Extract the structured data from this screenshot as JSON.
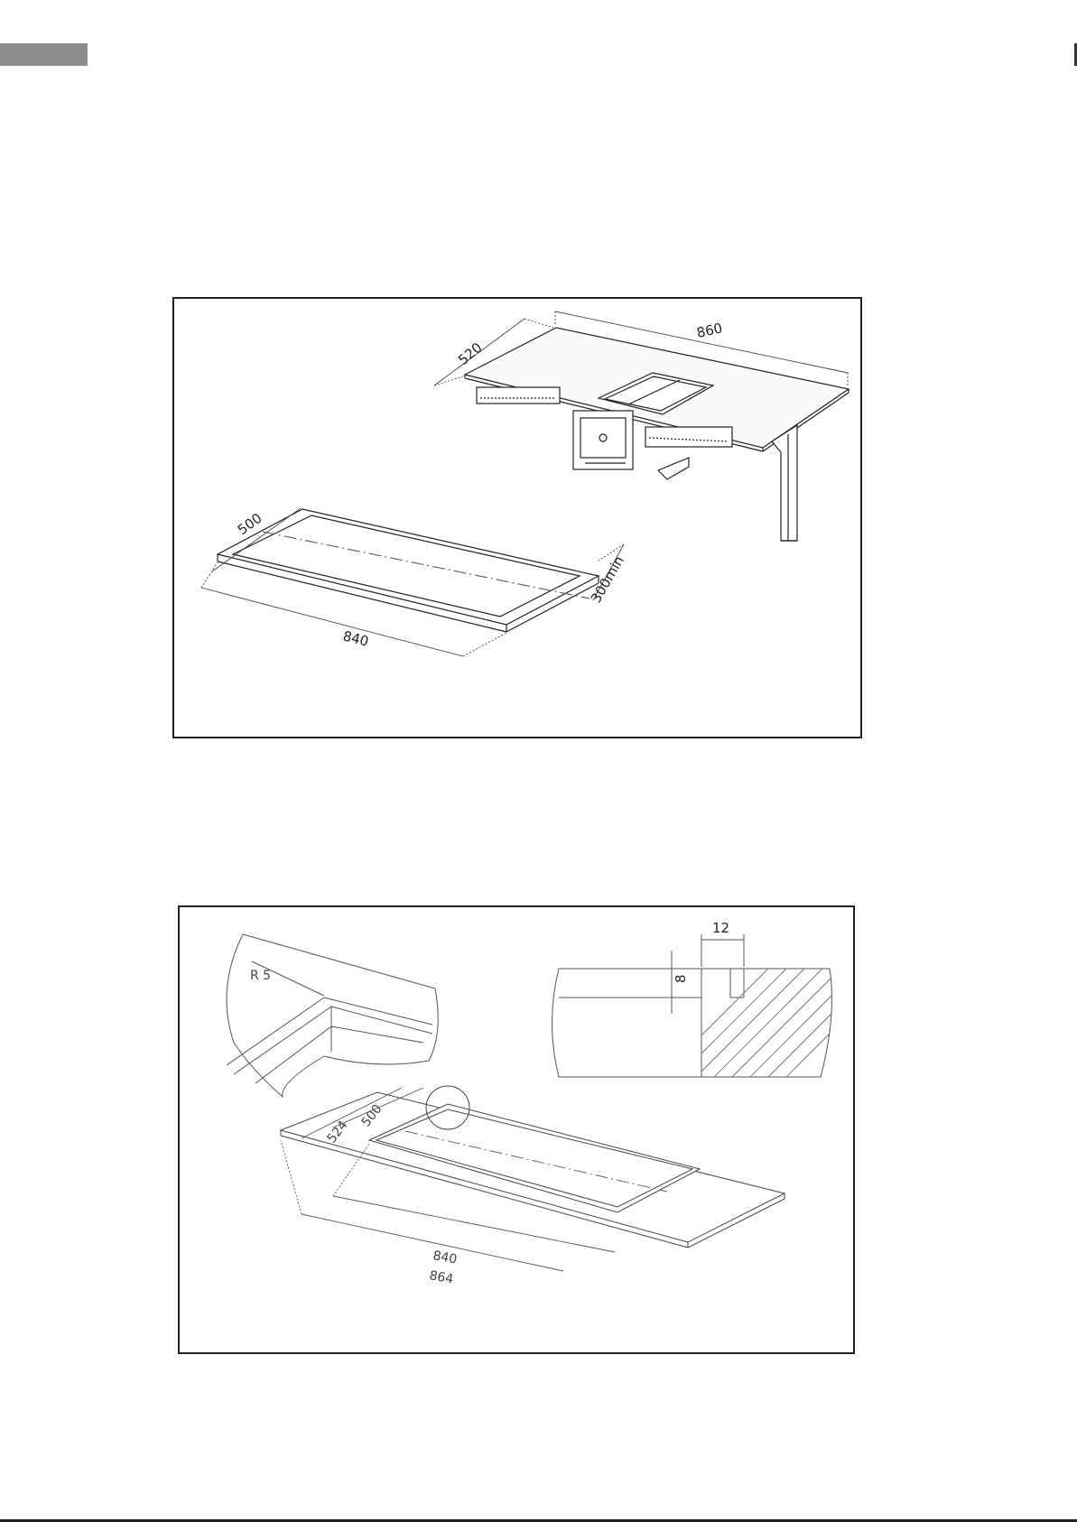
{
  "figure1": {
    "hob_width": "860",
    "hob_depth": "520",
    "cutout_depth": "500",
    "cutout_width": "840",
    "min_distance": "300min"
  },
  "figure2": {
    "corner_radius": "R 5",
    "rebate_width": "12",
    "rebate_depth": "8",
    "outer_depth": "524",
    "inner_depth": "500",
    "inner_width": "840",
    "outer_width": "864"
  }
}
